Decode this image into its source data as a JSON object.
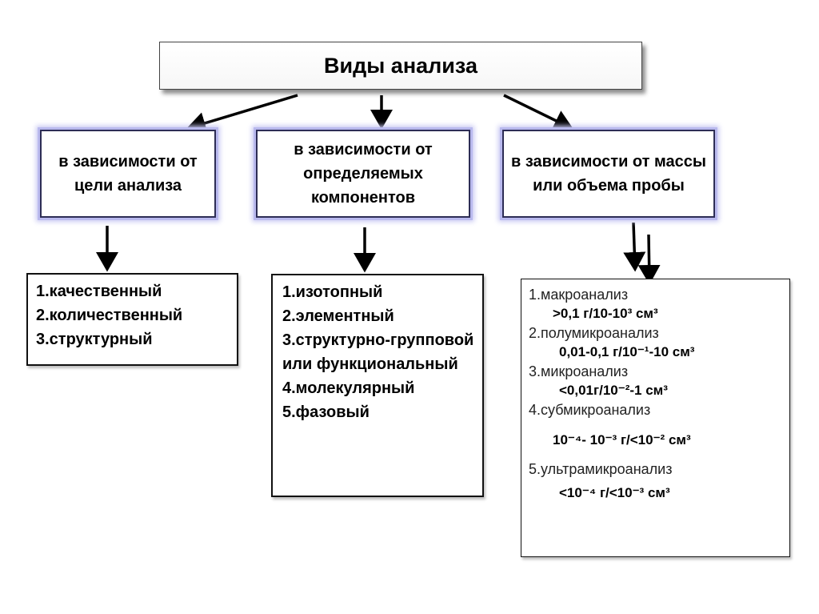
{
  "title": "Виды анализа",
  "categories": [
    {
      "label": "в зависимости от цели анализа",
      "items": [
        "1.качественный",
        "2.количественный",
        "3.структурный"
      ]
    },
    {
      "label": "в зависимости от определяемых компонентов",
      "items": [
        "1.изотопный",
        "2.элементный",
        "3.структурно-групповой или функциональный",
        "4.молекулярный",
        "5.фазовый"
      ]
    },
    {
      "label": "в зависимости от массы или объема пробы",
      "items": [
        {
          "name": "1.макроанализ",
          "range": ">0,1 г/10-10³ см³"
        },
        {
          "name": "2.полумикроанализ",
          "range": "0,01-0,1 г/10⁻¹-10 см³"
        },
        {
          "name": "3.микроанализ",
          "range": "<0,01г/10⁻²-1 см³"
        },
        {
          "name": "4.субмикроанализ",
          "range": "10⁻⁴- 10⁻³ г/<10⁻² см³"
        },
        {
          "name": "5.ультрамикроанализ",
          "range": "<10⁻⁴ г/<10⁻³ см³"
        }
      ]
    }
  ],
  "colors": {
    "category_glow": "#b9b9ee",
    "category_border": "#2d2d55",
    "arrow": "#000000"
  }
}
